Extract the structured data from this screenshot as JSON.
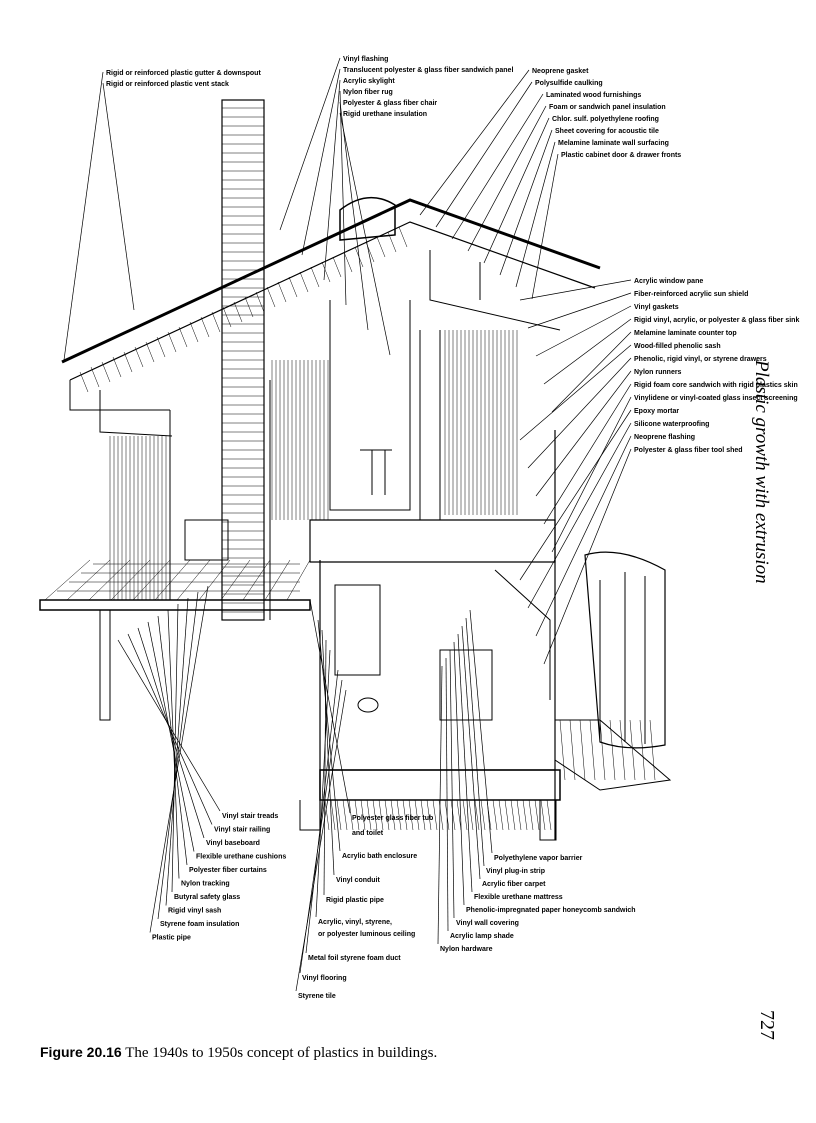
{
  "running_head": "Plastic growth with extrusion",
  "page_number": "727",
  "caption": {
    "figure_number": "Figure 20.16",
    "text": "The 1940s to 1950s concept of plastics in buildings."
  },
  "labels": {
    "top_left": [
      "Rigid or reinforced plastic gutter & downspout",
      "Rigid or reinforced plastic vent stack"
    ],
    "top_center": [
      "Vinyl flashing",
      "Translucent polyester & glass fiber sandwich panel",
      "Acrylic skylight",
      "Nylon fiber rug",
      "Polyester & glass fiber chair",
      "Rigid urethane insulation"
    ],
    "top_right": [
      "Neoprene gasket",
      "Polysulfide caulking",
      "Laminated wood furnishings",
      "Foam or sandwich panel insulation",
      "Chlor. sulf. polyethylene roofing",
      "Sheet covering for acoustic tile",
      "Melamine laminate wall surfacing",
      "Plastic cabinet door & drawer fronts"
    ],
    "right": [
      "Acrylic window pane",
      "Fiber-reinforced acrylic sun shield",
      "Vinyl gaskets",
      "Rigid vinyl, acrylic, or polyester & glass fiber sink",
      "Melamine laminate counter top",
      "Wood-filled phenolic sash",
      "Phenolic, rigid vinyl, or styrene drawers",
      "Nylon runners",
      "Rigid foam core sandwich with rigid plastics skin",
      "Vinylidene or vinyl-coated glass insect screening",
      "Epoxy mortar",
      "Silicone waterproofing",
      "Neoprene flashing",
      "Polyester & glass fiber tool shed"
    ],
    "bottom_left": [
      "Vinyl stair treads",
      "Vinyl stair railing",
      "Vinyl baseboard",
      "Flexible urethane cushions",
      "Polyester fiber curtains",
      "Nylon tracking",
      "Butyral safety glass",
      "Rigid vinyl sash",
      "Styrene foam insulation",
      "Plastic pipe"
    ],
    "bottom_center": [
      "Polyester glass fiber tub",
      "and toilet",
      "Acrylic bath enclosure",
      "Vinyl conduit",
      "Rigid plastic pipe",
      "Acrylic, vinyl, styrene,",
      "or polyester luminous ceiling",
      "Metal foil styrene foam duct",
      "Vinyl flooring",
      "Styrene tile"
    ],
    "bottom_right": [
      "Polyethylene vapor barrier",
      "Vinyl plug-in strip",
      "Acrylic fiber carpet",
      "Flexible urethane mattress",
      "Phenolic-impregnated paper honeycomb sandwich",
      "Vinyl wall covering",
      "Acrylic lamp shade",
      "Nylon hardware"
    ]
  }
}
